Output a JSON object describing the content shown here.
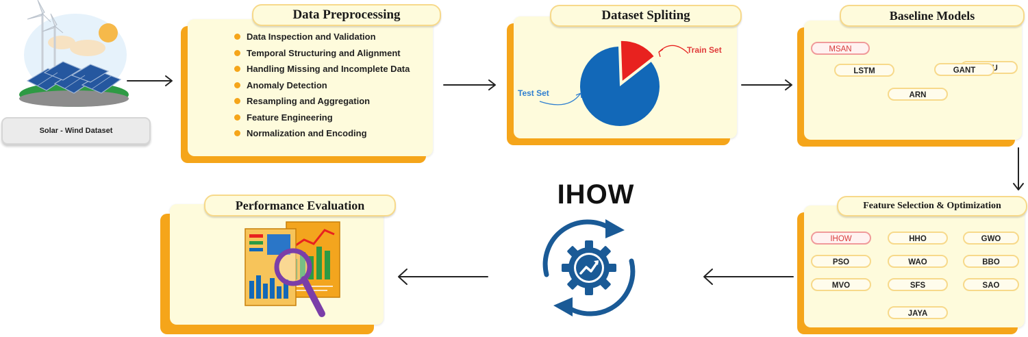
{
  "dataset": {
    "label": "Solar - Wind Dataset"
  },
  "preprocessing": {
    "title": "Data Preprocessing",
    "steps": [
      "Data Inspection and Validation",
      "Temporal Structuring and Alignment",
      "Handling Missing and Incomplete Data",
      "Anomaly Detection",
      "Resampling and Aggregation",
      "Feature Engineering",
      "Normalization and Encoding"
    ]
  },
  "splitting": {
    "title": "Dataset Spliting",
    "train_label": "Train Set",
    "test_label": "Test Set",
    "train_fraction": 0.15,
    "colors": {
      "train": "#e8221f",
      "test": "#1268b8"
    }
  },
  "baseline": {
    "title": "Baseline Models",
    "models": [
      "MSAN",
      "GRU",
      "LSTM",
      "GANT",
      "ARN"
    ],
    "highlighted": "MSAN"
  },
  "feature_selection": {
    "title": "Feature Selection & Optimization",
    "optimizers": [
      "IHOW",
      "HHO",
      "GWO",
      "PSO",
      "WAO",
      "BBO",
      "MVO",
      "SFS",
      "SAO",
      "JAYA"
    ],
    "highlighted": "IHOW"
  },
  "center": {
    "title": "IHOW"
  },
  "evaluation": {
    "title": "Performance Evaluation"
  },
  "colors": {
    "accent": "#f5a51a",
    "card": "#fefbdc",
    "blue": "#1a5a96",
    "highlight": "#e03a3a"
  }
}
